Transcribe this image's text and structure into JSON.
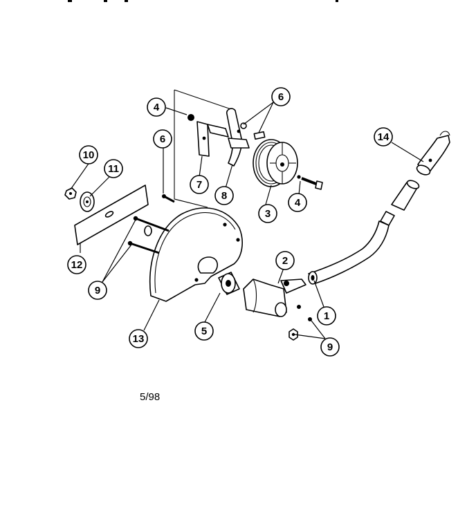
{
  "diagram": {
    "callouts": {
      "c1": "1",
      "c2": "2",
      "c3": "3",
      "c4a": "4",
      "c4b": "4",
      "c5": "5",
      "c6a": "6",
      "c6b": "6",
      "c7": "7",
      "c8": "8",
      "c9a": "9",
      "c9b": "9",
      "c10": "10",
      "c11": "11",
      "c12": "12",
      "c13": "13",
      "c14": "14"
    },
    "date_code": "5/98"
  }
}
